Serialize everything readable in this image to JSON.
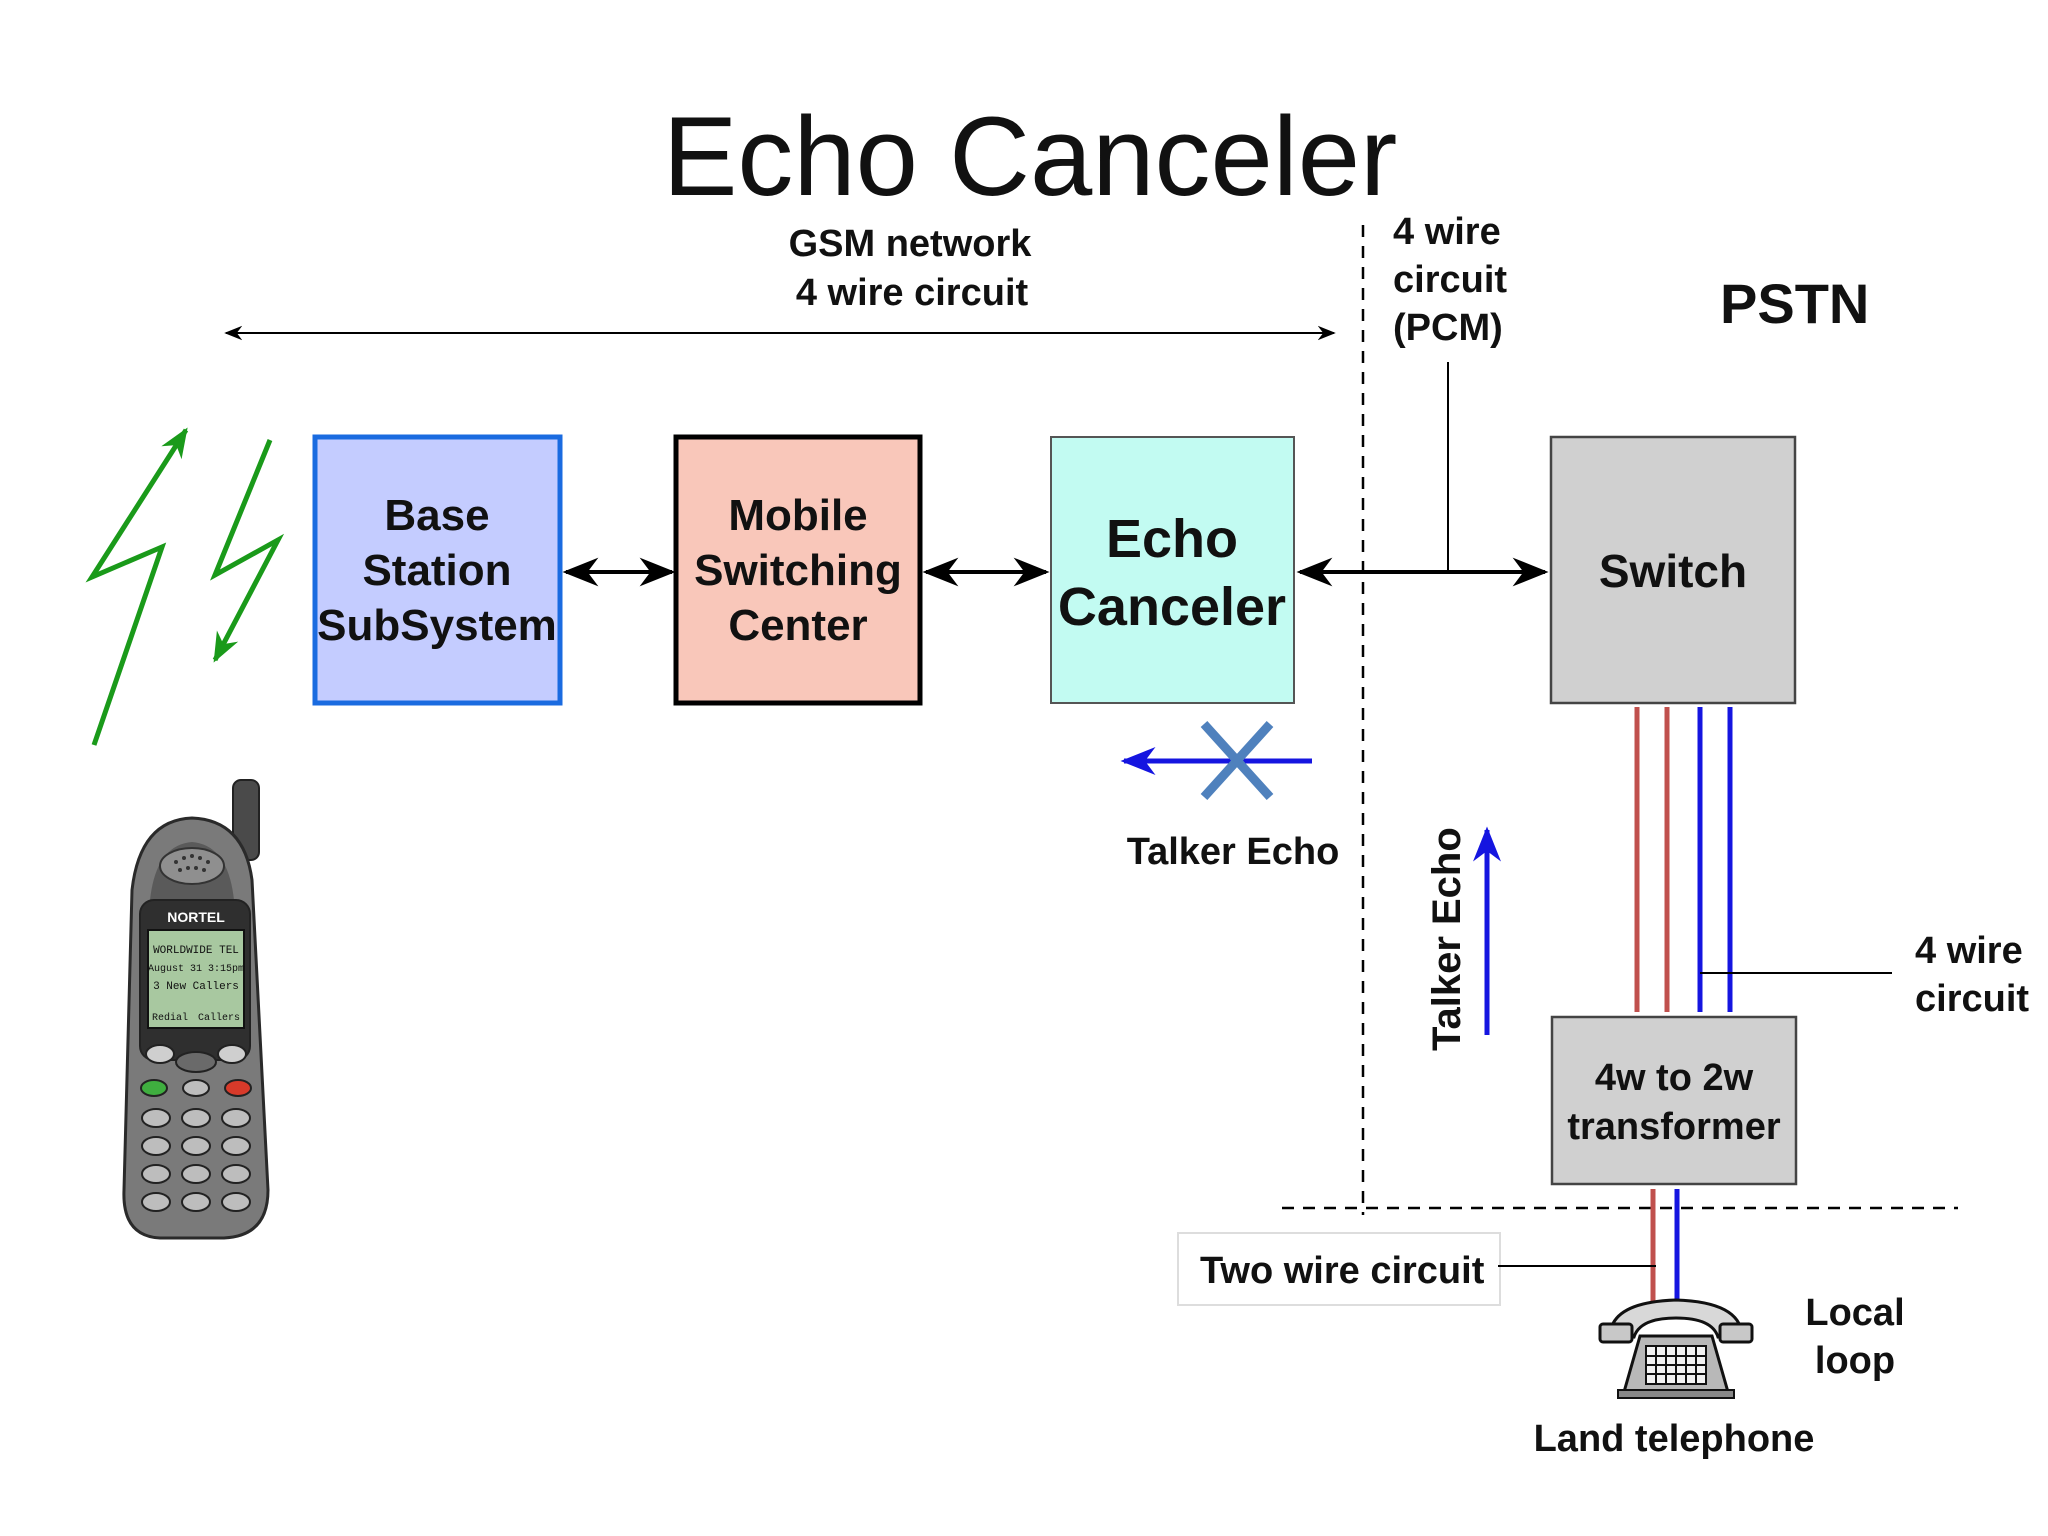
{
  "slide": {
    "title": "Echo Canceler"
  },
  "labels": {
    "gsm_line1": "GSM network",
    "gsm_line2": "4 wire circuit",
    "pcm_line1": "4 wire",
    "pcm_line2": "circuit",
    "pcm_line3": "(PCM)",
    "pstn": "PSTN",
    "talker_echo_h": "Talker Echo",
    "talker_echo_v": "Talker Echo",
    "four_wire_line1": "4 wire",
    "four_wire_line2": "circuit",
    "two_wire": "Two wire circuit",
    "local_loop_line1": "Local",
    "local_loop_line2": "loop",
    "land_telephone": "Land telephone"
  },
  "boxes": {
    "bss": {
      "line1": "Base",
      "line2": "Station",
      "line3": "SubSystem",
      "fill": "#c4ccff",
      "stroke": "#1a6be0"
    },
    "msc": {
      "line1": "Mobile",
      "line2": "Switching",
      "line3": "Center",
      "fill": "#f9c7ba",
      "stroke": "#000000"
    },
    "ec": {
      "line1": "Echo",
      "line2": "Canceler",
      "fill": "#c2fbf2",
      "stroke": "#555555"
    },
    "switch": {
      "line1": "Switch",
      "fill": "#d0d0d0",
      "stroke": "#444444"
    },
    "transformer": {
      "line1": "4w to 2w",
      "line2": "transformer",
      "fill": "#d0d0d0",
      "stroke": "#444444"
    }
  },
  "handset": {
    "brand": "NORTEL",
    "screen_line1": "WORLDWIDE TEL",
    "screen_line2": "August 31  3:15pm",
    "screen_line3": "3 New Callers",
    "softkey_left": "Redial",
    "softkey_right": "Callers"
  },
  "colors": {
    "wire_red": "#c0504d",
    "wire_blue": "#1515e0",
    "lightning_green": "#1a9a1a",
    "cross_blue": "#4f81bd",
    "echo_arrow_blue": "#1515e0"
  }
}
